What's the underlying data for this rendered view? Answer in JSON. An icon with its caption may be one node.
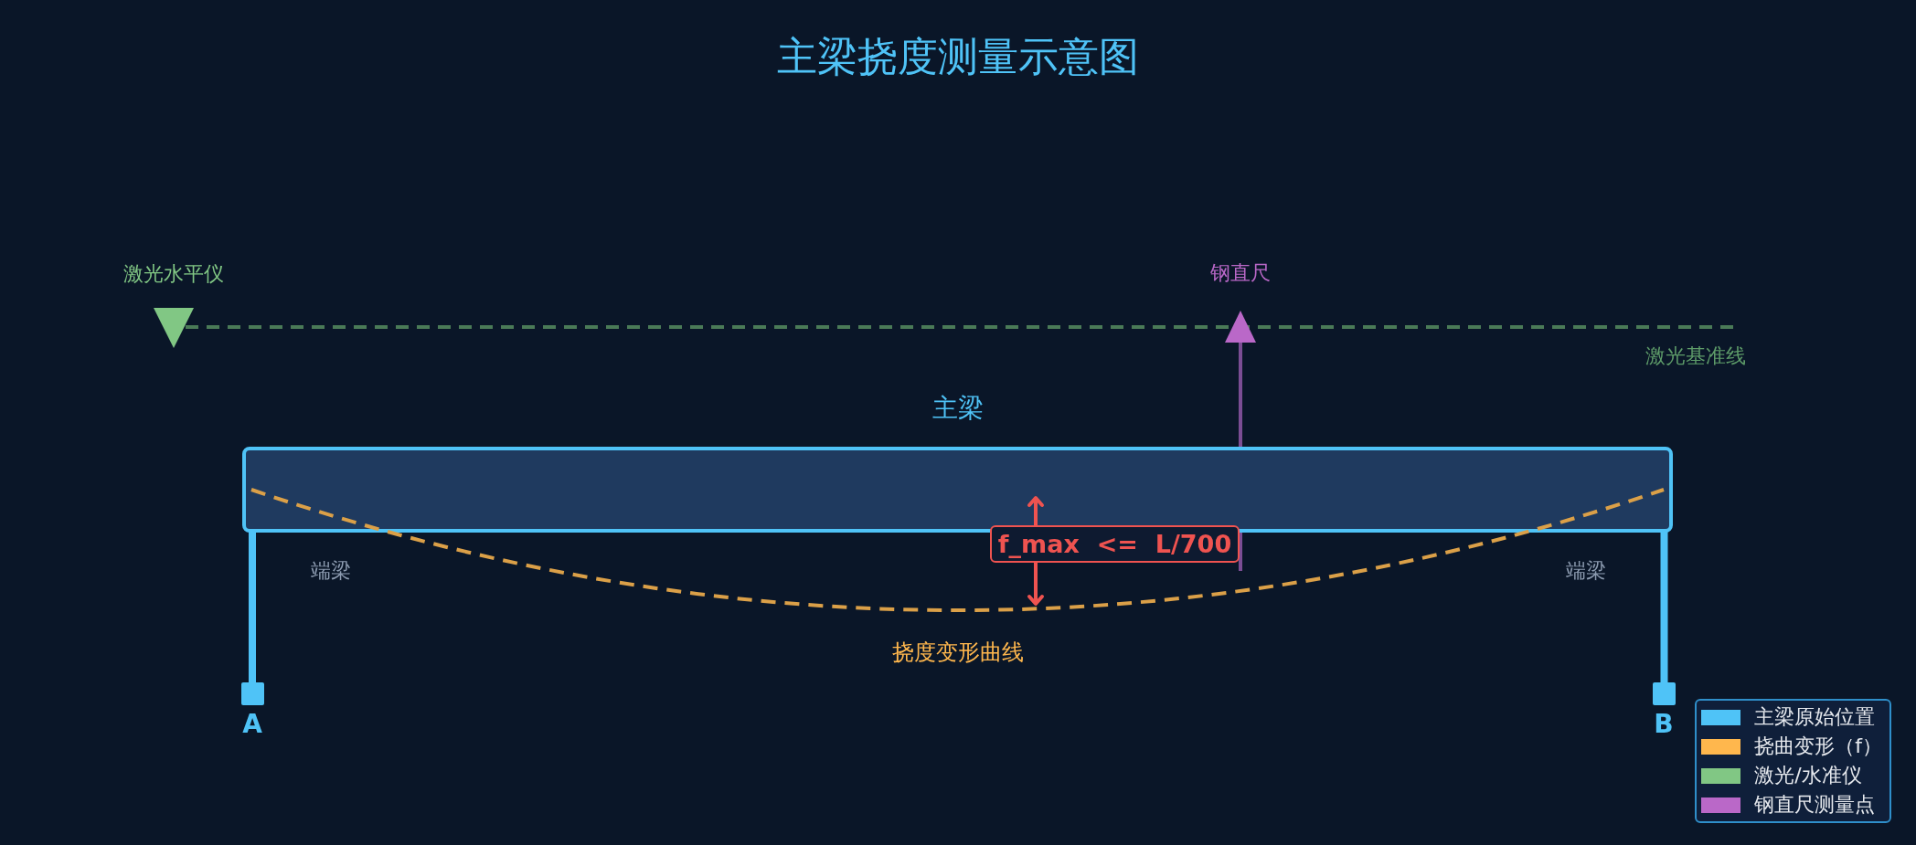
{
  "diagram": {
    "title": "主梁挠度测量示意图",
    "nodes": [
      {
        "text": [
          "主梁"
        ]
      },
      {
        "text": [
          "f_max <= L/700"
        ]
      }
    ],
    "labels": [
      "激光水平仪",
      "钢直尺",
      "激光基准线",
      "端梁",
      "端梁",
      "挠度变形曲线",
      "A",
      "B"
    ],
    "legend": [
      {
        "text": "主梁原始位置",
        "color": "#4fc3f7"
      },
      {
        "text": "挠曲变形（f）",
        "color": "#ffb74d"
      },
      {
        "text": "激光/水准仪",
        "color": "#81c784"
      },
      {
        "text": "钢直尺测量点",
        "color": "#ba68c8"
      }
    ]
  }
}
